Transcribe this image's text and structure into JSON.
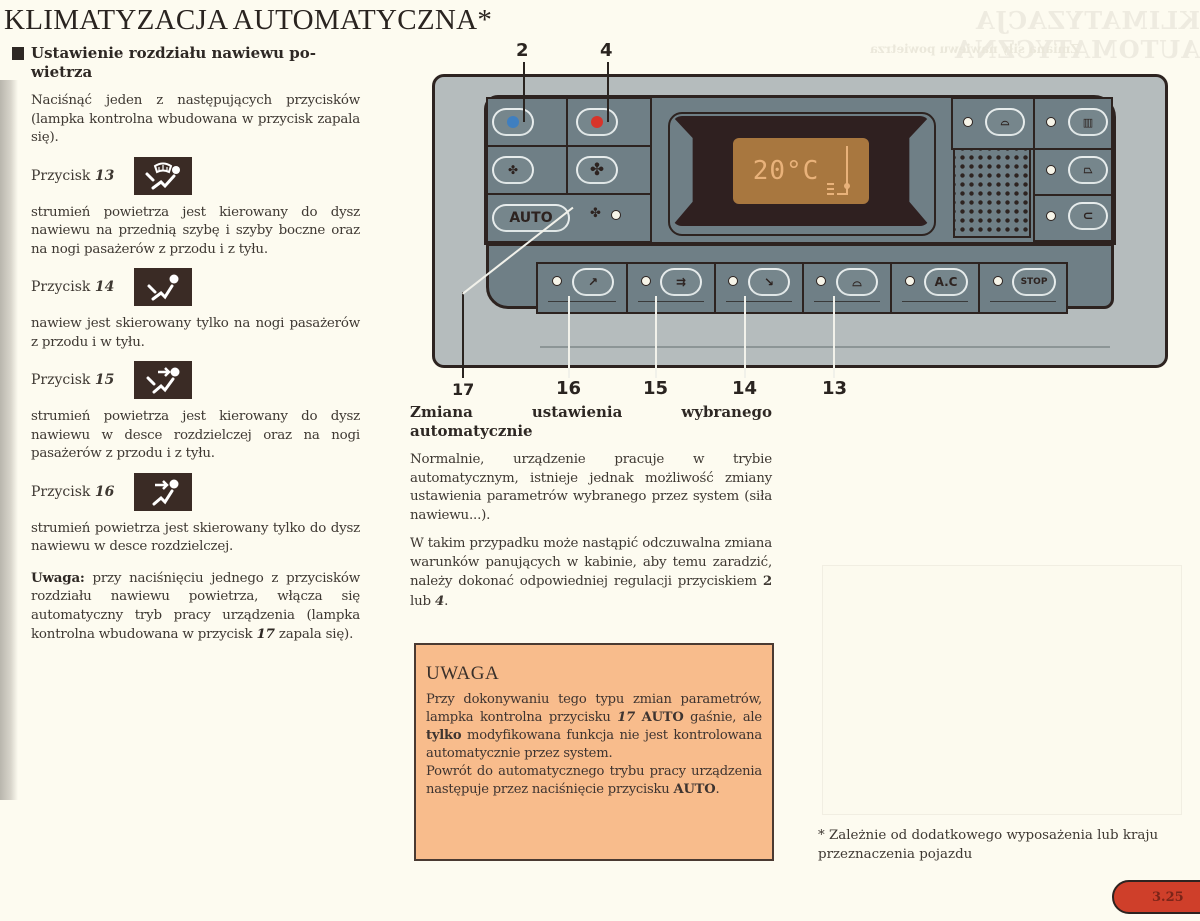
{
  "page": {
    "title": "KLIMATYZACJA AUTOMATYCZNA*",
    "page_number": "3.25"
  },
  "left_column": {
    "section_heading": "Ustawienie rozdziału nawiewu powietrza",
    "section_heading_line1": "Ustawienie rozdziału nawiewu po-",
    "section_heading_line2": "wietrza",
    "intro": "Naciśnąć jeden z następujących przycisków (lampka kontrolna wbudowana w przycisk zapala się).",
    "buttons": [
      {
        "label_prefix": "Przycisk",
        "number": "13",
        "icon": "air-windscreen-and-feet-icon",
        "description": "strumień powietrza jest kierowany do dysz nawiewu na przednią szybę i szyby boczne oraz na nogi pasażerów z przodu i z tyłu."
      },
      {
        "label_prefix": "Przycisk",
        "number": "14",
        "icon": "air-feet-icon",
        "description": "nawiew jest skierowany tylko na nogi pasażerów z przodu i w tyłu."
      },
      {
        "label_prefix": "Przycisk",
        "number": "15",
        "icon": "air-face-and-feet-icon",
        "description": "strumień powietrza jest kierowany do dysz nawiewu w desce rozdzielczej oraz na nogi pasażerów z przodu i z tyłu."
      },
      {
        "label_prefix": "Przycisk",
        "number": "16",
        "icon": "air-face-icon",
        "description": "strumień powietrza jest skierowany tylko do dysz nawiewu w desce rozdzielczej."
      }
    ],
    "note_label": "Uwaga:",
    "note_text_a": "przy naciśnięciu jednego z przycisków rozdziału nawiewu powietrza, włącza się automatyczny tryb pracy urządzenia (lampka kontrolna wbudowana w przycisk",
    "note_number": "17",
    "note_text_b": "zapala się)."
  },
  "diagram": {
    "callouts_top": [
      "2",
      "4"
    ],
    "callouts_bottom": [
      "17",
      "16",
      "15",
      "14",
      "13"
    ],
    "display_temperature": "20°C",
    "panel_buttons": {
      "cool": "temperature-down-button",
      "warm": "temperature-up-button",
      "fan_low": "fan-decrease-button",
      "fan_high": "fan-increase-button",
      "auto_label": "AUTO",
      "ac_label": "A.C",
      "stop_label": "STOP"
    },
    "colors": {
      "panel_face": "#6f7f86",
      "panel_frame": "#b5bcbd",
      "lcd": "#a8773f",
      "cool_led": "#3f7fc0",
      "warm_led": "#d8342a"
    }
  },
  "middle_column": {
    "heading": "Zmiana ustawienia wybranego automatycznie",
    "para1": "Normalnie, urządzenie pracuje w trybie automatycznym, istnieje jednak możliwość zmiany ustawienia parametrów wybranego przez system (siła nawiewu...).",
    "para2_a": "W takim przypadku może nastąpić odczuwalna zmiana warunków panujących w kabinie, aby temu zaradzić, należy dokonać odpowiedniej regulacji przyciskiem",
    "para2_num1": "2",
    "para2_or": "lub",
    "para2_num2": "4",
    "para2_end": "."
  },
  "warning_box": {
    "title": "UWAGA",
    "p1_a": "Przy dokonywaniu tego typu zmian parametrów, lampka kontrolna przycisku",
    "p1_num": "17",
    "p1_auto": "AUTO",
    "p1_b": "gaśnie, ale",
    "p1_only": "tylko",
    "p1_c": "modyfikowana funkcja nie jest kontrolowana automatycznie przez system.",
    "p2_a": "Powrót do automatycznego trybu pracy urządzenia następuje przez naciśnięcie przycisku",
    "p2_auto": "AUTO",
    "p2_end": "."
  },
  "footnote": "* Zależnie od dodatkowego wyposażenia lub kraju przeznaczenia pojazdu"
}
